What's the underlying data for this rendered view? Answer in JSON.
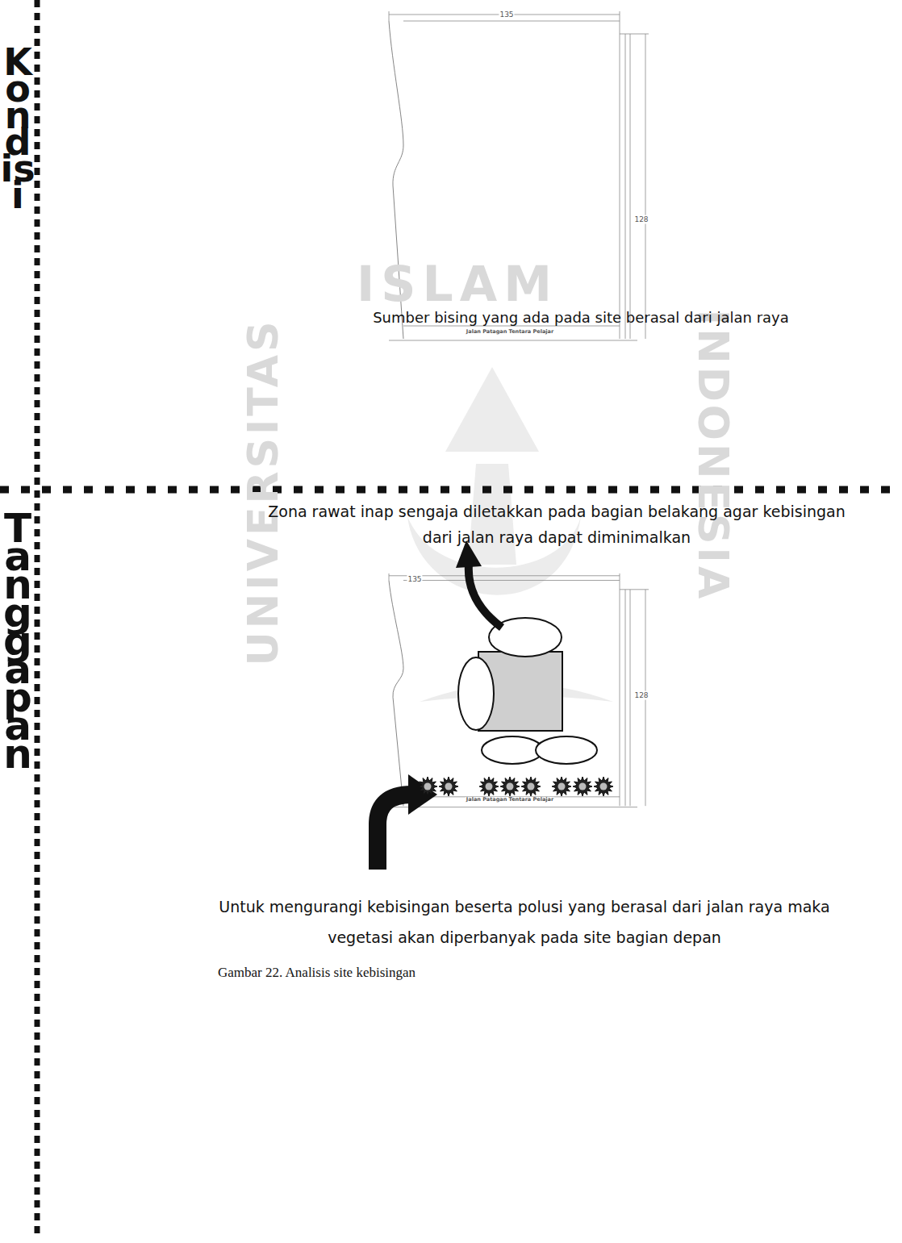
{
  "diagram": {
    "caption": "Gambar 22. Analisis site kebisingan",
    "labels": [
      "Kondisi",
      "135",
      "128",
      "Jalan Patagan Tentara Pelajar",
      "ISLAM",
      "UNIVERSITAS",
      "INDONESIA",
      "Sumber bising yang ada pada site berasal dari jalan raya",
      "Tanggapan",
      "Zona rawat inap sengaja diletakkan pada bagian belakang agar kebisingan dari jalan raya dapat diminimalkan",
      "135",
      "128",
      "Jalan Patagan Tentara Pelajar",
      "Untuk mengurangi kebisingan beserta polusi yang berasal dari jalan raya maka vegetasi akan diperbanyak pada site bagian depan"
    ]
  }
}
